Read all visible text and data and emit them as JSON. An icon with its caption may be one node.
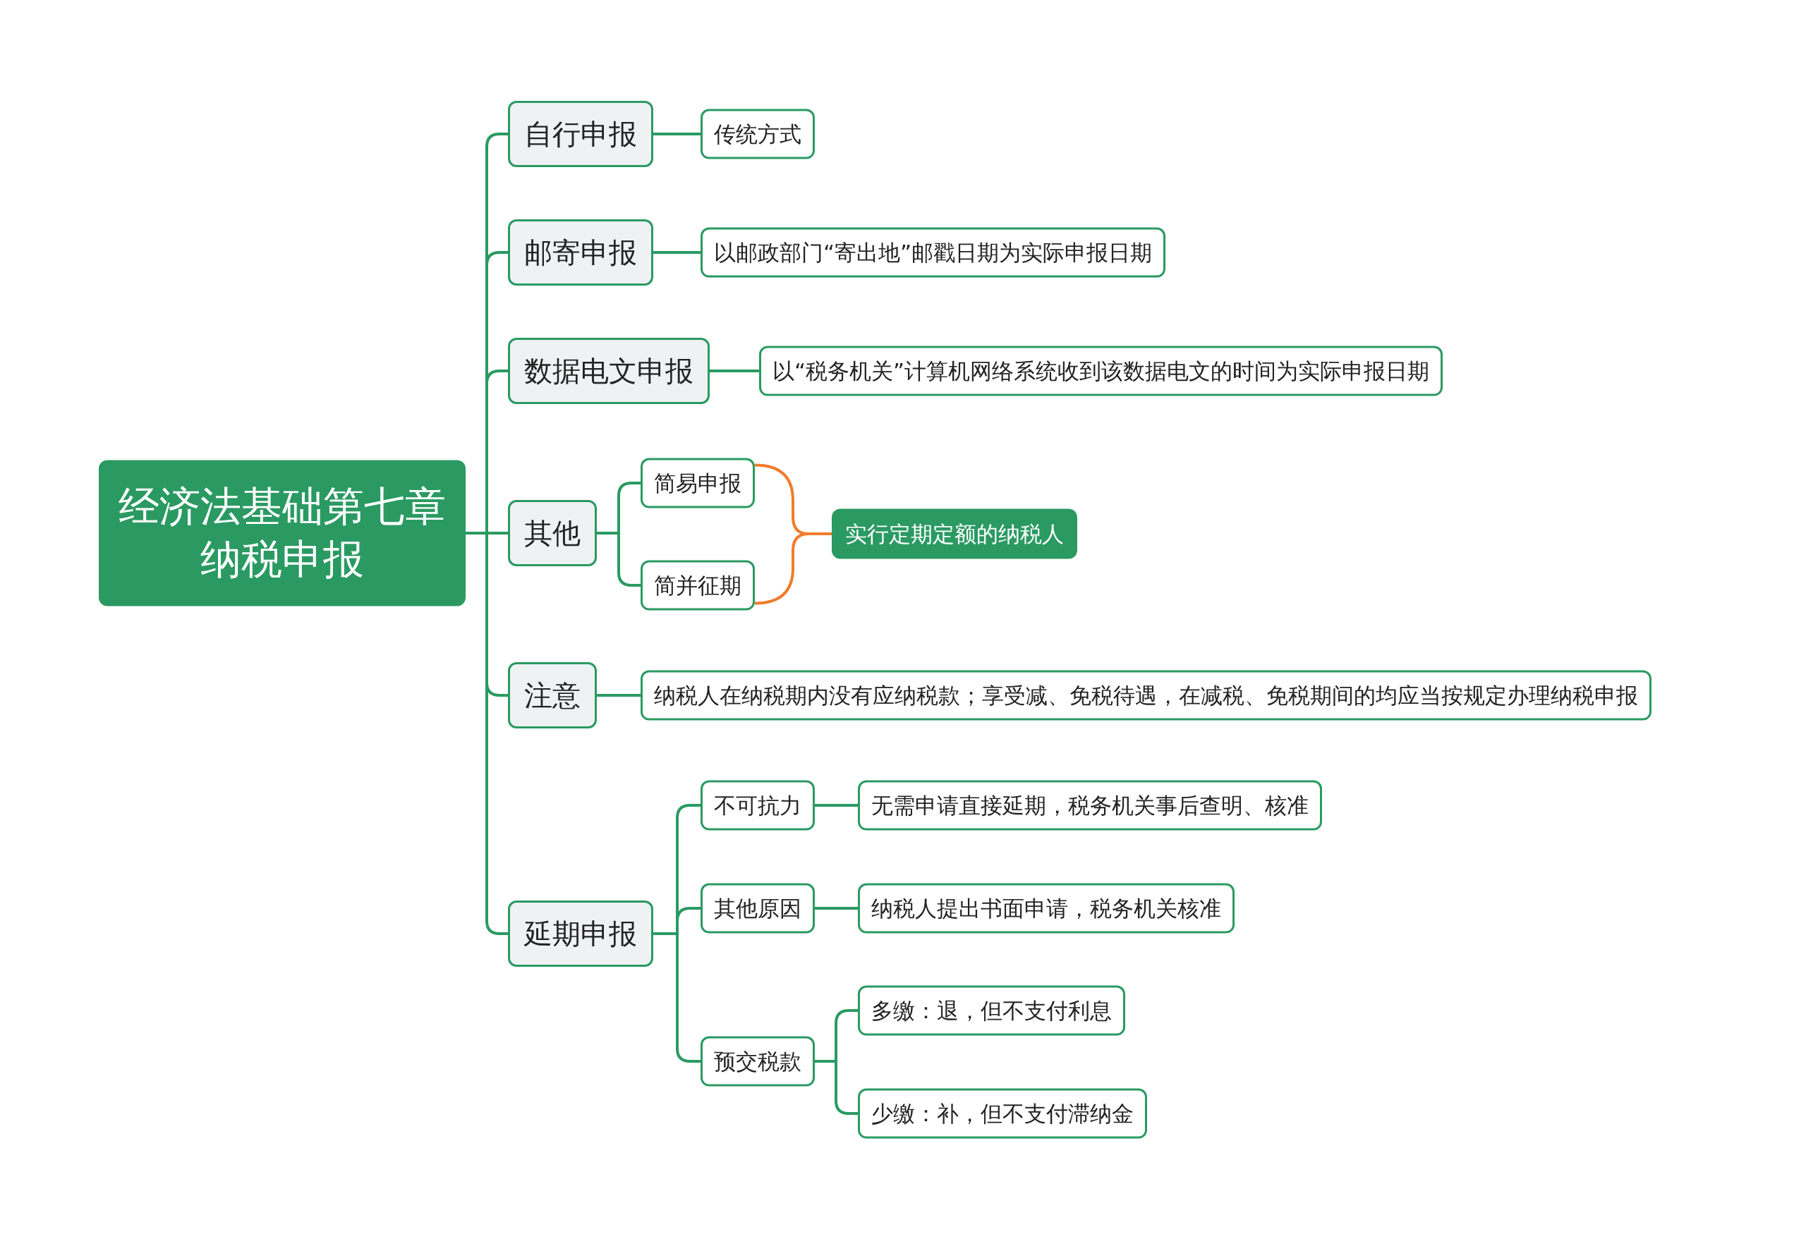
{
  "diagram": {
    "nodes": [
      {
        "text": [
          "经济法基础第七章纳税申报"
        ]
      },
      {
        "text": [
          "自行申报"
        ]
      },
      {
        "text": [
          "传统方式"
        ]
      },
      {
        "text": [
          "邮寄申报"
        ]
      },
      {
        "text": [
          "以邮政部门“寄出地”邮戳日期为实际申报日期"
        ]
      },
      {
        "text": [
          "数据电文申报"
        ]
      },
      {
        "text": [
          "以“税务机关”计算机网络系统收到该数据电文的时间为实际申报日期"
        ]
      },
      {
        "text": [
          "其他"
        ]
      },
      {
        "text": [
          "简易申报"
        ]
      },
      {
        "text": [
          "简并征期"
        ]
      },
      {
        "text": [
          "实行定期定额的纳税人"
        ]
      },
      {
        "text": [
          "注意"
        ]
      },
      {
        "text": [
          "纳税人在纳税期内没有应纳税款；享受减、免税待遇，在减税、免税期间的均应当按规定办理纳税申报"
        ]
      },
      {
        "text": [
          "延期申报"
        ]
      },
      {
        "text": [
          "不可抗力"
        ]
      },
      {
        "text": [
          "无需申请直接延期，税务机关事后查明、核准"
        ]
      },
      {
        "text": [
          "其他原因"
        ]
      },
      {
        "text": [
          "纳税人提出书面申请，税务机关核准"
        ]
      },
      {
        "text": [
          "预交税款"
        ]
      },
      {
        "text": [
          "多缴：退，但不支付利息"
        ]
      },
      {
        "text": [
          "少缴：补，但不支付滞纳金"
        ]
      }
    ],
    "edges": [
      {
        "from": 0,
        "to": 1,
        "arrow": "none"
      },
      {
        "from": 0,
        "to": 3,
        "arrow": "none"
      },
      {
        "from": 0,
        "to": 5,
        "arrow": "none"
      },
      {
        "from": 0,
        "to": 7,
        "arrow": "none"
      },
      {
        "from": 0,
        "to": 11,
        "arrow": "none"
      },
      {
        "from": 0,
        "to": 13,
        "arrow": "none"
      },
      {
        "from": 1,
        "to": 2,
        "arrow": "none"
      },
      {
        "from": 3,
        "to": 4,
        "arrow": "none"
      },
      {
        "from": 5,
        "to": 6,
        "arrow": "none"
      },
      {
        "from": 7,
        "to": 8,
        "arrow": "none"
      },
      {
        "from": 7,
        "to": 9,
        "arrow": "none"
      },
      {
        "from": 8,
        "to": 10,
        "arrow": "none",
        "color": "#f07c2c"
      },
      {
        "from": 9,
        "to": 10,
        "arrow": "none",
        "color": "#f07c2c"
      },
      {
        "from": 11,
        "to": 12,
        "arrow": "none"
      },
      {
        "from": 13,
        "to": 14,
        "arrow": "none"
      },
      {
        "from": 13,
        "to": 16,
        "arrow": "none"
      },
      {
        "from": 13,
        "to": 18,
        "arrow": "none"
      },
      {
        "from": 14,
        "to": 15,
        "arrow": "none"
      },
      {
        "from": 16,
        "to": 17,
        "arrow": "none"
      },
      {
        "from": 18,
        "to": 19,
        "arrow": "none"
      },
      {
        "from": 18,
        "to": 20,
        "arrow": "none"
      }
    ]
  }
}
